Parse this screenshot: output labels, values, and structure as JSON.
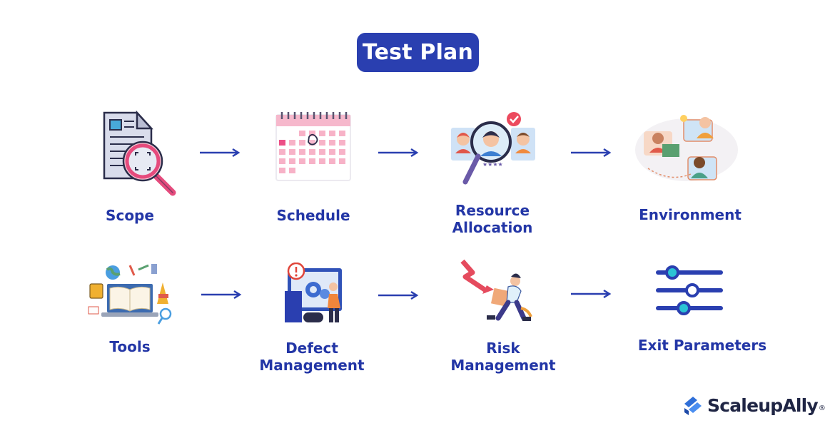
{
  "title": "Test Plan",
  "steps": [
    {
      "label_lines": [
        "Scope"
      ],
      "icon": "magnifier-document-icon"
    },
    {
      "label_lines": [
        "Schedule"
      ],
      "icon": "calendar-icon"
    },
    {
      "label_lines": [
        "Resource",
        "Allocation"
      ],
      "icon": "people-search-icon"
    },
    {
      "label_lines": [
        "Environment"
      ],
      "icon": "collaboration-icon"
    },
    {
      "label_lines": [
        "Tools"
      ],
      "icon": "laptop-tools-icon"
    },
    {
      "label_lines": [
        "Defect",
        "Management"
      ],
      "icon": "alert-monitor-icon"
    },
    {
      "label_lines": [
        "Risk",
        "Management"
      ],
      "icon": "falling-chart-icon"
    },
    {
      "label_lines": [
        "Exit Parameters"
      ],
      "icon": "sliders-icon"
    }
  ],
  "logo": {
    "text": "ScaleupAlly",
    "mark": "®"
  },
  "colors": {
    "primary": "#2a3fb0",
    "label": "#2336a6",
    "arrow": "#2a3fb0",
    "pink": "#e54b7d"
  }
}
